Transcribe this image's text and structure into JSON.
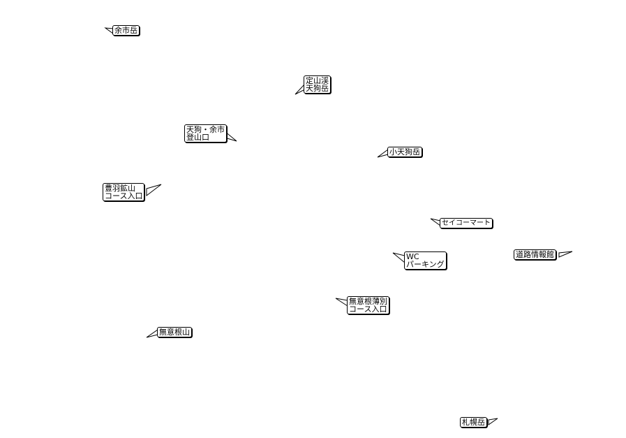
{
  "map": {
    "colors": {
      "background": "#ffffff",
      "ink": "#000000"
    },
    "labels": [
      {
        "id": "yoichidake",
        "lines": [
          "余市岳"
        ]
      },
      {
        "id": "jozankei-tengudake",
        "lines": [
          "定山渓",
          "天狗岳"
        ]
      },
      {
        "id": "tengu-yoichi-tozanguchi",
        "lines": [
          "天狗・余市",
          "登山口"
        ]
      },
      {
        "id": "kotengudake",
        "lines": [
          "小天狗岳"
        ]
      },
      {
        "id": "toyoha-kouzan",
        "lines": [
          "豊羽鉱山",
          "コース入口"
        ]
      },
      {
        "id": "seicomart",
        "lines": [
          "セイコーマート"
        ]
      },
      {
        "id": "michi-joho-kan",
        "lines": [
          "道路情報館"
        ]
      },
      {
        "id": "wc-parking",
        "lines": [
          "WC",
          "パーキング"
        ]
      },
      {
        "id": "muine-usubetsu",
        "lines": [
          "無意根薄別",
          "コース入口"
        ]
      },
      {
        "id": "muineyama",
        "lines": [
          "無意根山"
        ]
      },
      {
        "id": "sapporodake",
        "lines": [
          "札幌岳"
        ]
      }
    ]
  }
}
